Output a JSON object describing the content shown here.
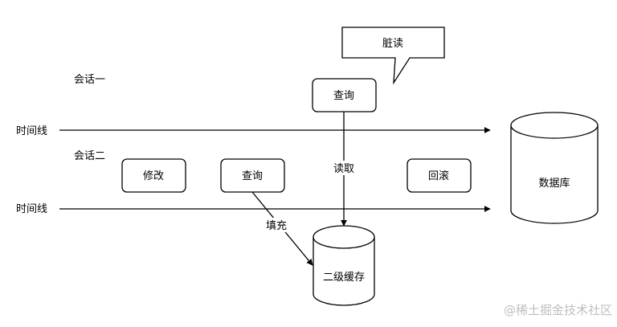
{
  "sessions": {
    "session_one": "会话一",
    "session_two": "会话二"
  },
  "timelines": {
    "timeline_top": "时间线",
    "timeline_bottom": "时间线"
  },
  "boxes": {
    "query_top": "查询",
    "modify": "修改",
    "query_bottom": "查询",
    "rollback": "回滚"
  },
  "callout": {
    "dirty_read": "脏读"
  },
  "edges": {
    "read": "读取",
    "fill": "填充"
  },
  "cylinders": {
    "database": "数据库",
    "second_level_cache": "二级缓存"
  },
  "watermark": "@稀土掘金技术社区"
}
